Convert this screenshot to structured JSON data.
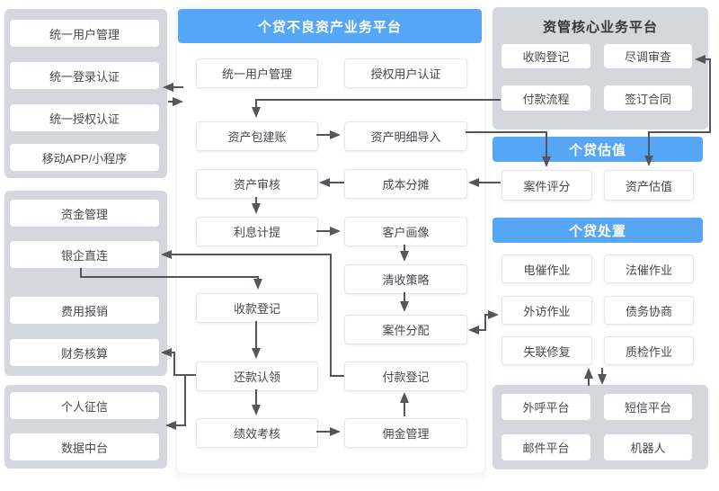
{
  "colors": {
    "accent_blue": "#55a7f5",
    "panel_gray": "#d4d7dd",
    "arrow_gray": "#53575c"
  },
  "left_panels": [
    {
      "name": "identity",
      "items": [
        "统一用户管理",
        "统一登录认证",
        "统一授权认证",
        "移动APP/小程序"
      ]
    },
    {
      "name": "finance",
      "items": [
        "资金管理",
        "银企直连",
        "费用报销",
        "财务核算"
      ]
    },
    {
      "name": "data",
      "items": [
        "个人征信",
        "数据中台"
      ]
    }
  ],
  "center": {
    "title": "个贷不良资产业务平台",
    "nodes": {
      "unified_user": "统一用户管理",
      "auth_user": "授权用户认证",
      "asset_package": "资产包建账",
      "asset_detail": "资产明细导入",
      "asset_audit": "资产审核",
      "cost_alloc": "成本分摊",
      "interest": "利息计提",
      "customer_profile": "客户画像",
      "collection_strategy": "清收策略",
      "case_assign": "案件分配",
      "receipt_reg": "收款登记",
      "repay_claim": "还款认领",
      "payment_reg": "付款登记",
      "performance": "绩效考核",
      "commission": "佣金管理"
    }
  },
  "right": {
    "core_platform": {
      "title": "资管核心业务平台",
      "items": [
        "收购登记",
        "尽调审查",
        "付款流程",
        "签订合同"
      ]
    },
    "valuation": {
      "title": "个贷估值",
      "items": [
        "案件评分",
        "资产估值"
      ]
    },
    "disposal": {
      "title": "个贷处置",
      "items": [
        "电催作业",
        "法催作业",
        "外访作业",
        "债务协商",
        "失联修复",
        "质检作业"
      ]
    },
    "channels": {
      "items": [
        "外呼平台",
        "短信平台",
        "邮件平台",
        "机器人"
      ]
    }
  }
}
